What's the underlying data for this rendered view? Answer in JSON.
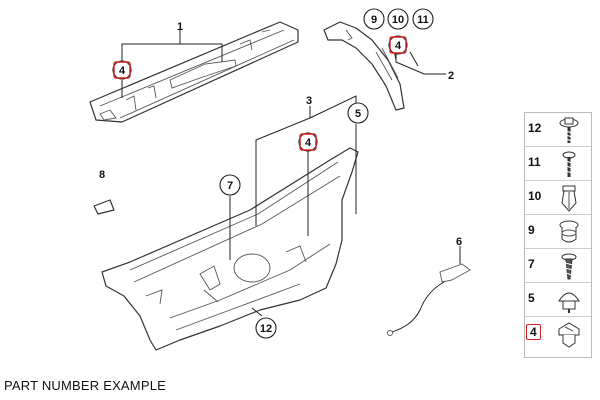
{
  "caption": "PART NUMBER EXAMPLE",
  "callouts": {
    "c1": "1",
    "c2": "2",
    "c3": "3",
    "c4a": "4",
    "c4b": "4",
    "c4c": "4",
    "c5": "5",
    "c6": "6",
    "c7": "7",
    "c8": "8",
    "c9": "9",
    "c10": "10",
    "c11": "11",
    "c12": "12"
  },
  "legend": {
    "items": [
      {
        "num": "12",
        "icon": "screw-with-washer-icon"
      },
      {
        "num": "11",
        "icon": "screw-icon"
      },
      {
        "num": "10",
        "icon": "expanding-nut-icon"
      },
      {
        "num": "9",
        "icon": "plug-clip-icon"
      },
      {
        "num": "7",
        "icon": "self-tapping-screw-icon"
      },
      {
        "num": "5",
        "icon": "dome-clip-icon"
      },
      {
        "num": "4",
        "icon": "trim-clip-icon",
        "highlighted": true
      }
    ]
  },
  "colors": {
    "highlight": "#d42020",
    "line": "#222222"
  }
}
